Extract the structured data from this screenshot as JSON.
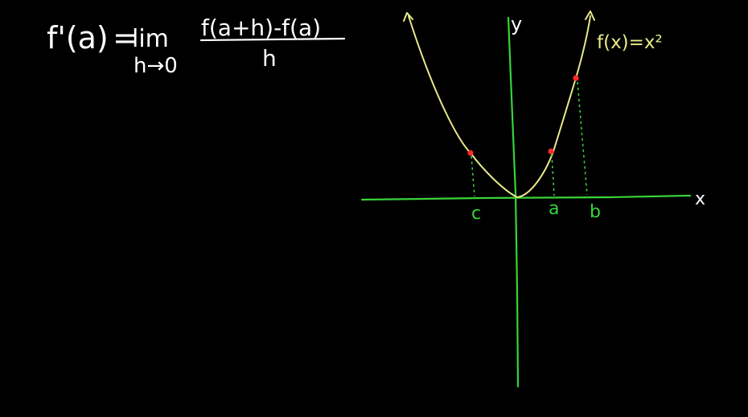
{
  "formula": {
    "lhs": "f'(a)",
    "equals": "=",
    "lim": "lim",
    "limit_sub": "h→0",
    "numerator": "f(a+h)-f(a)",
    "denominator": "h"
  },
  "graph": {
    "y_axis_label": "y",
    "x_axis_label": "x",
    "function_label": "f(x)=x²",
    "points": [
      {
        "label": "c",
        "x": -1.3
      },
      {
        "label": "a",
        "x": 1.0
      },
      {
        "label": "b",
        "x": 1.9
      }
    ]
  },
  "colors": {
    "background": "#000000",
    "chalk_white": "#ffffff",
    "axis_green": "#39d33a",
    "curve_yellow": "#e9e98a",
    "point_red": "#ff2a2a"
  }
}
